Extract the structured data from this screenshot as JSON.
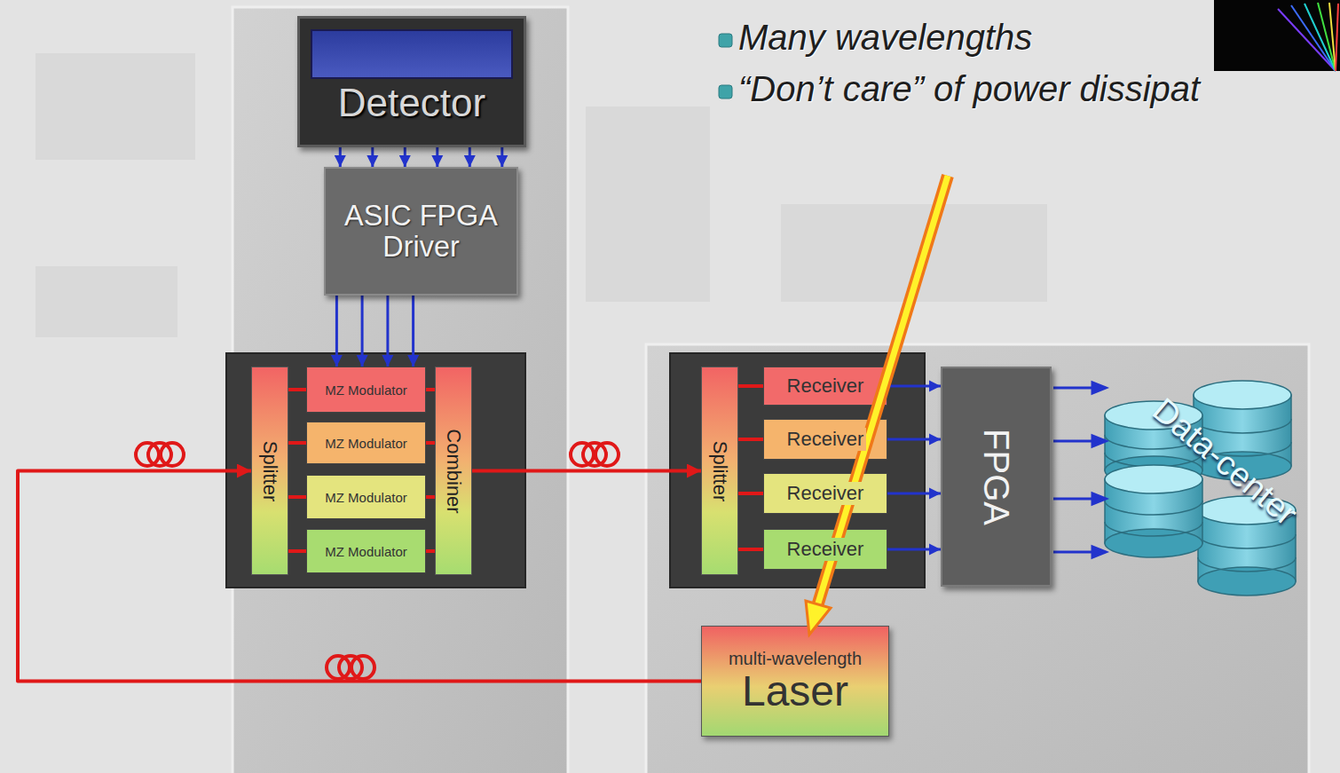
{
  "diagram": {
    "nodes": [
      {
        "text": [
          "Detector"
        ]
      },
      {
        "text": [
          "ASIC FPGA Driver"
        ]
      },
      {
        "text": [
          "Splitter"
        ]
      },
      {
        "text": [
          "MZ Modulator"
        ]
      },
      {
        "text": [
          "MZ Modulator"
        ]
      },
      {
        "text": [
          "MZ Modulator"
        ]
      },
      {
        "text": [
          "MZ Modulator"
        ]
      },
      {
        "text": [
          "Combiner"
        ]
      },
      {
        "text": [
          "Splitter"
        ]
      },
      {
        "text": [
          "Receiver"
        ]
      },
      {
        "text": [
          "Receiver"
        ]
      },
      {
        "text": [
          "Receiver"
        ]
      },
      {
        "text": [
          "Receiver"
        ]
      },
      {
        "text": [
          "FPGA"
        ]
      },
      {
        "text": [
          "multi-wavelength",
          "Laser"
        ]
      }
    ],
    "edges": [
      {
        "from": 0,
        "to": 1,
        "arrow": "to"
      },
      {
        "from": 0,
        "to": 1,
        "arrow": "to"
      },
      {
        "from": 0,
        "to": 1,
        "arrow": "to"
      },
      {
        "from": 0,
        "to": 1,
        "arrow": "to"
      },
      {
        "from": 0,
        "to": 1,
        "arrow": "to"
      },
      {
        "from": 0,
        "to": 1,
        "arrow": "to"
      },
      {
        "from": 1,
        "to": 3,
        "arrow": "to"
      },
      {
        "from": 1,
        "to": 3,
        "arrow": "to"
      },
      {
        "from": 1,
        "to": 3,
        "arrow": "to"
      },
      {
        "from": 1,
        "to": 3,
        "arrow": "to"
      },
      {
        "from": 14,
        "to": 2,
        "arrow": "to"
      },
      {
        "from": 2,
        "to": 3,
        "arrow": "none"
      },
      {
        "from": 2,
        "to": 4,
        "arrow": "none"
      },
      {
        "from": 2,
        "to": 5,
        "arrow": "none"
      },
      {
        "from": 2,
        "to": 6,
        "arrow": "none"
      },
      {
        "from": 3,
        "to": 7,
        "arrow": "none"
      },
      {
        "from": 4,
        "to": 7,
        "arrow": "none"
      },
      {
        "from": 5,
        "to": 7,
        "arrow": "none"
      },
      {
        "from": 6,
        "to": 7,
        "arrow": "none"
      },
      {
        "from": 7,
        "to": 8,
        "arrow": "to"
      },
      {
        "from": 8,
        "to": 9,
        "arrow": "none"
      },
      {
        "from": 8,
        "to": 10,
        "arrow": "none"
      },
      {
        "from": 8,
        "to": 11,
        "arrow": "none"
      },
      {
        "from": 8,
        "to": 12,
        "arrow": "none"
      },
      {
        "from": 9,
        "to": 13,
        "arrow": "to"
      },
      {
        "from": 10,
        "to": 13,
        "arrow": "to"
      },
      {
        "from": 11,
        "to": 13,
        "arrow": "to"
      },
      {
        "from": 12,
        "to": 13,
        "arrow": "to"
      }
    ],
    "labels": [
      "Many wavelengths",
      "“Don’t care” of power dissipat",
      "Data-center"
    ]
  }
}
